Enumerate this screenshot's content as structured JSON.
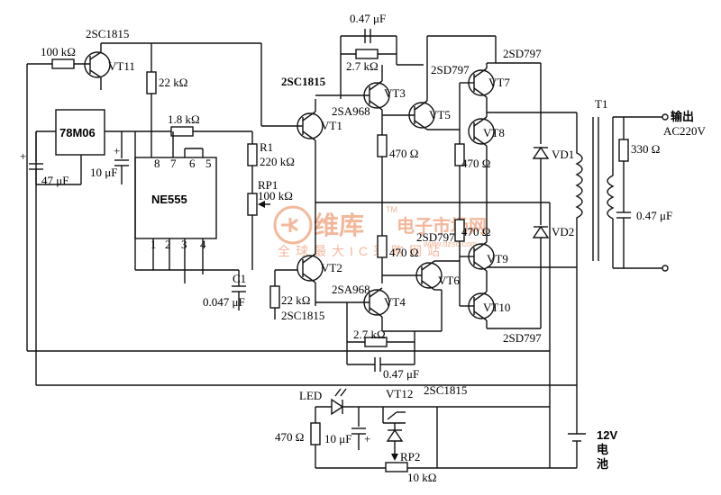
{
  "components": {
    "vt11": {
      "part": "2SC1815",
      "name": "VT11"
    },
    "r_100k_top": "100 kΩ",
    "r_22k_top": "22 kΩ",
    "reg": "78M06",
    "c_47u": "47 μF",
    "c_10u": "10 μF",
    "r_1k8": "1.8 kΩ",
    "ic": "NE555",
    "pin8": "8",
    "pin7": "7",
    "pin6": "6",
    "pin5": "5",
    "pin1": "1",
    "pin2": "2",
    "pin3": "3",
    "pin4": "4",
    "r1_name": "R1",
    "r1_val": "220 kΩ",
    "rp1_name": "RP1",
    "rp1_val": "100 kΩ",
    "c1_name": "C1",
    "c1_val": "0.047 μF",
    "r_22k_bot": "22 kΩ",
    "vt1": {
      "part": "2SC1815",
      "name": "VT1"
    },
    "vt2": {
      "part": "2SC1815",
      "name": "VT2"
    },
    "c_047_top": "0.47 μF",
    "r_2k7_top": "2.7 kΩ",
    "vt3": {
      "part": "2SA968",
      "name": "VT3"
    },
    "vt4": {
      "part": "2SA968",
      "name": "VT4"
    },
    "r_470_a": "470 Ω",
    "r_470_b": "470 Ω",
    "r_470_c": "470 Ω",
    "r_470_d": "470 Ω",
    "vt5": {
      "part": "2SD797",
      "name": "VT5"
    },
    "vt6": {
      "part": "2SD797",
      "name": "VT6"
    },
    "vt7": {
      "part": "2SD797",
      "name": "VT7"
    },
    "vt8": {
      "name": "VT8"
    },
    "vt9": {
      "name": "VT9"
    },
    "vt10": {
      "part": "2SD797",
      "name": "VT10"
    },
    "r_2k7_bot": "2.7 kΩ",
    "c_047_bot": "0.47 μF",
    "vd1": "VD1",
    "vd2": "VD2",
    "t1": "T1",
    "out_label": "输出",
    "out_voltage": "AC220V",
    "r_330": "330 Ω",
    "c_047_out": "0.47 μF",
    "battery_v": "12V",
    "battery_label": "电\n池",
    "battery_label_1": "电",
    "battery_label_2": "池",
    "led": "LED",
    "vt12": {
      "part": "2SC1815",
      "name": "VT12"
    },
    "r_470_led": "470 Ω",
    "c_10u_led": "10 μF",
    "rp2_name": "RP2",
    "rp2_val": "10 kΩ"
  },
  "watermark": {
    "brand": "维库",
    "slogan": "电子市场网",
    "sub": "全球最大IC采购网站",
    "url": "www.dzsc.com",
    "tm": "TM"
  }
}
